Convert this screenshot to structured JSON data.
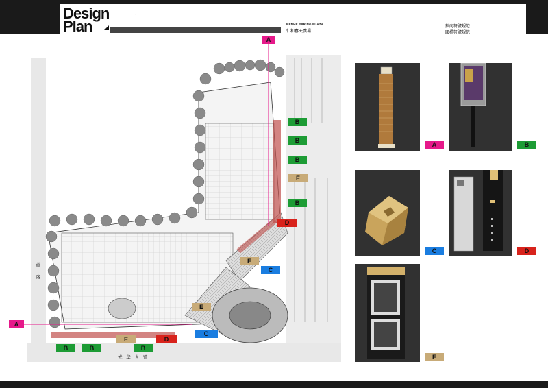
{
  "header": {
    "logo_line1": "Design",
    "logo_line2": "Plan",
    "project_en": "RENHE SPRING PLAZA",
    "project_cn": "仁和春天廣場",
    "right_cn1": "指向符號規范",
    "right_cn2": "國標符號規范",
    "dots": ".   .   ."
  },
  "plan": {
    "section_markers": [
      "A",
      "A"
    ],
    "sign_tags": {
      "B": [
        "B",
        "B",
        "B",
        "B",
        "B",
        "B",
        "B"
      ],
      "C": [
        "C",
        "C"
      ],
      "D": [
        "D",
        "D"
      ],
      "E": [
        "E",
        "E",
        "E",
        "E"
      ]
    },
    "street_vertical": [
      "道",
      "路"
    ],
    "street_horizontal": "光 华 大 道"
  },
  "panels": [
    {
      "tag": "A"
    },
    {
      "tag": "B"
    },
    {
      "tag": "C"
    },
    {
      "tag": "D"
    },
    {
      "tag": "E"
    }
  ],
  "colors": {
    "A": "#e6198a",
    "B": "#1d9c35",
    "C": "#1a7de0",
    "D": "#d8231c",
    "E": "#c8ab78"
  }
}
